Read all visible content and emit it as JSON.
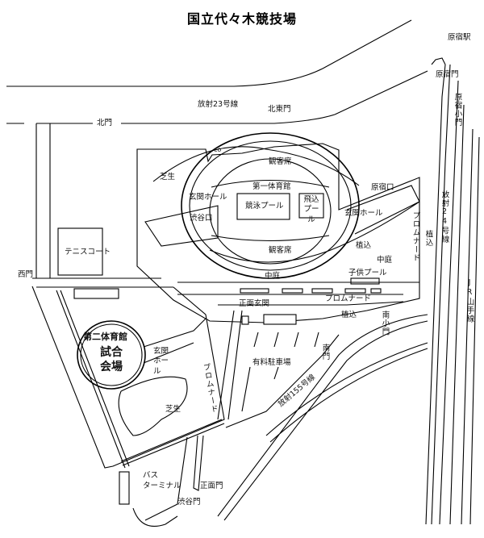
{
  "title": "国立代々木競技場",
  "roads": {
    "radial23": "放射23号線",
    "radial24": "放射24号線",
    "radial155": "放射155号線",
    "jr_yamanote": "JR山手線"
  },
  "stations": {
    "harajuku_station": "原宿駅"
  },
  "gates": {
    "harajuku_gate": "原宿門",
    "harajuku_small_gate": "原宿小門",
    "north_gate": "北門",
    "northeast_gate": "北東門",
    "west_gate": "西門",
    "south_gate": "南門",
    "south_small_gate": "南小門",
    "main_gate": "正面門",
    "shibuya_gate": "渋谷門"
  },
  "first_gym": {
    "name": "第一体育館",
    "pool": "競泳プール",
    "diving_pool": "飛込プール",
    "stand_north": "観客席",
    "stand_south": "観客席",
    "entrance_hall_west": "玄関ホール",
    "entrance_hall_east": "玄関ホール",
    "shibuya_entrance": "渋谷口",
    "harajuku_entrance": "原宿口",
    "main_entrance": "正面玄関"
  },
  "second_gym": {
    "name": "第二体育館",
    "venue_line1": "試合",
    "venue_line2": "会場",
    "entrance_hall": "玄関ホール"
  },
  "facilities": {
    "tennis_court": "テニスコート",
    "kids_pool": "子供プール",
    "courtyard_1": "中庭",
    "courtyard_2": "中庭",
    "lawn_1": "芝生",
    "lawn_2": "芝生",
    "planting_1": "植込",
    "planting_2": "植込",
    "planting_3": "植込",
    "promenade_1": "プロムナード",
    "promenade_2": "プロムナード",
    "promenade_3": "プロムナード",
    "paid_parking": "有料駐車場",
    "bus_terminal_line1": "バス",
    "bus_terminal_line2": "ターミナル",
    "co_mark": "co"
  }
}
